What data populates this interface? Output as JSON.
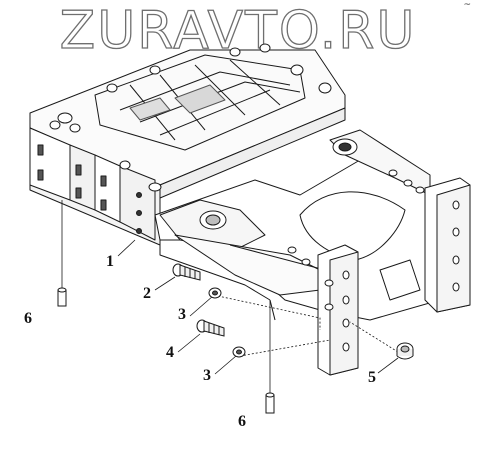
{
  "watermark": {
    "text": "ZURAVTO.RU"
  },
  "corner_mark": "~",
  "callouts": [
    {
      "id": "c1",
      "label": "1"
    },
    {
      "id": "c2",
      "label": "2"
    },
    {
      "id": "c3a",
      "label": "3"
    },
    {
      "id": "c4",
      "label": "4"
    },
    {
      "id": "c3b",
      "label": "3"
    },
    {
      "id": "c5",
      "label": "5"
    },
    {
      "id": "c6a",
      "label": "6"
    },
    {
      "id": "c6b",
      "label": "6"
    }
  ]
}
